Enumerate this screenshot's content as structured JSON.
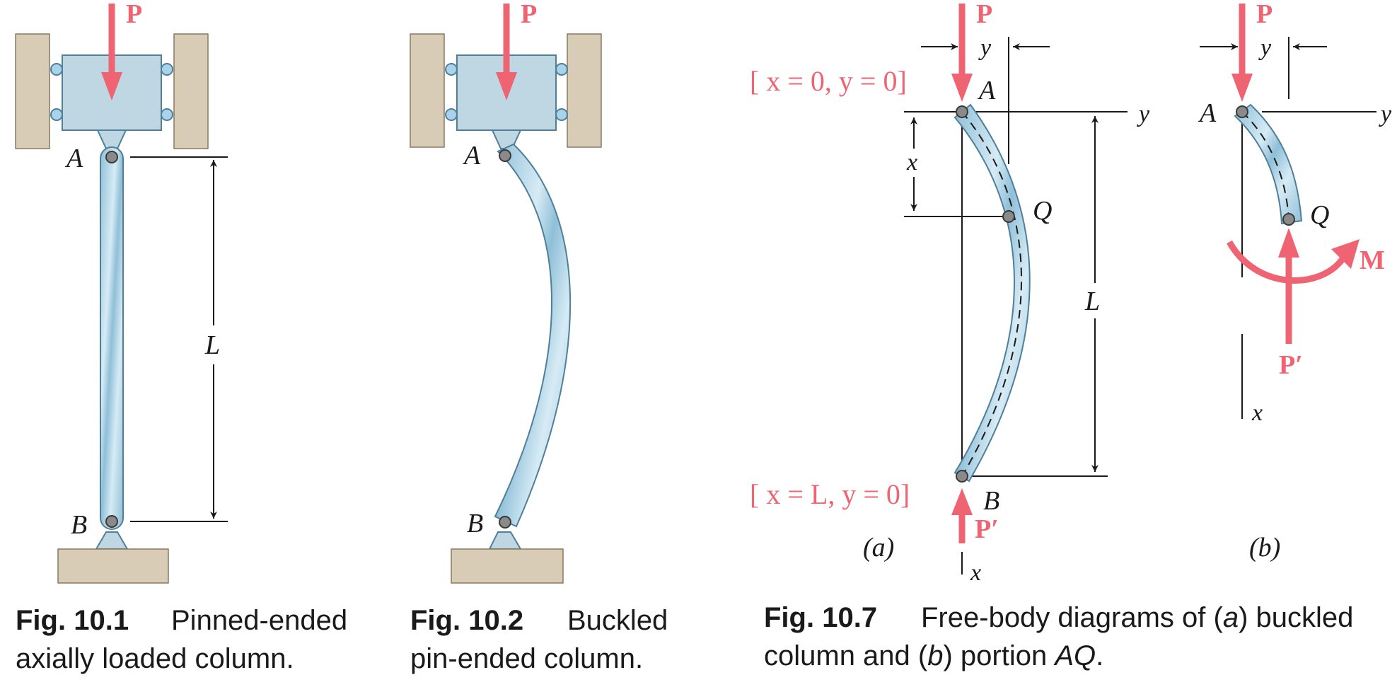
{
  "figures": [
    {
      "id": "fig-10-1",
      "number": "Fig. 10.1",
      "caption_line1": "Pinned-ended",
      "caption_line2": "axially loaded column.",
      "labels": {
        "load": "P",
        "top": "A",
        "bottom": "B",
        "length": "L"
      }
    },
    {
      "id": "fig-10-2",
      "number": "Fig. 10.2",
      "caption_line1": "Buckled",
      "caption_line2": "pin-ended column.",
      "labels": {
        "load": "P",
        "top": "A",
        "bottom": "B"
      }
    },
    {
      "id": "fig-10-7",
      "number": "Fig. 10.7",
      "caption_pre": "Free-body diagrams of (",
      "caption_a": "a",
      "caption_mid": ") buckled",
      "caption_line2_pre": "column and (",
      "caption_b": "b",
      "caption_line2_mid": ") portion ",
      "caption_AQ": "AQ",
      "caption_end": ".",
      "part_a": {
        "sublabel": "(a)",
        "load_top": "P",
        "load_bottom": "P′",
        "top": "A",
        "bottom": "B",
        "section": "Q",
        "length": "L",
        "coord_x": "x",
        "coord_y": "y",
        "bc_top": "[ x = 0, y = 0]",
        "bc_bottom": "[ x = L, y = 0]"
      },
      "part_b": {
        "sublabel": "(b)",
        "load_top": "P",
        "load_bottom": "P′",
        "moment": "M",
        "top": "A",
        "section": "Q",
        "coord_x": "x",
        "coord_y": "y"
      }
    }
  ],
  "colors": {
    "force": "#ef6473",
    "member": "#a9d3ea",
    "support": "#d8ccb6",
    "block": "#bfd6e3"
  }
}
